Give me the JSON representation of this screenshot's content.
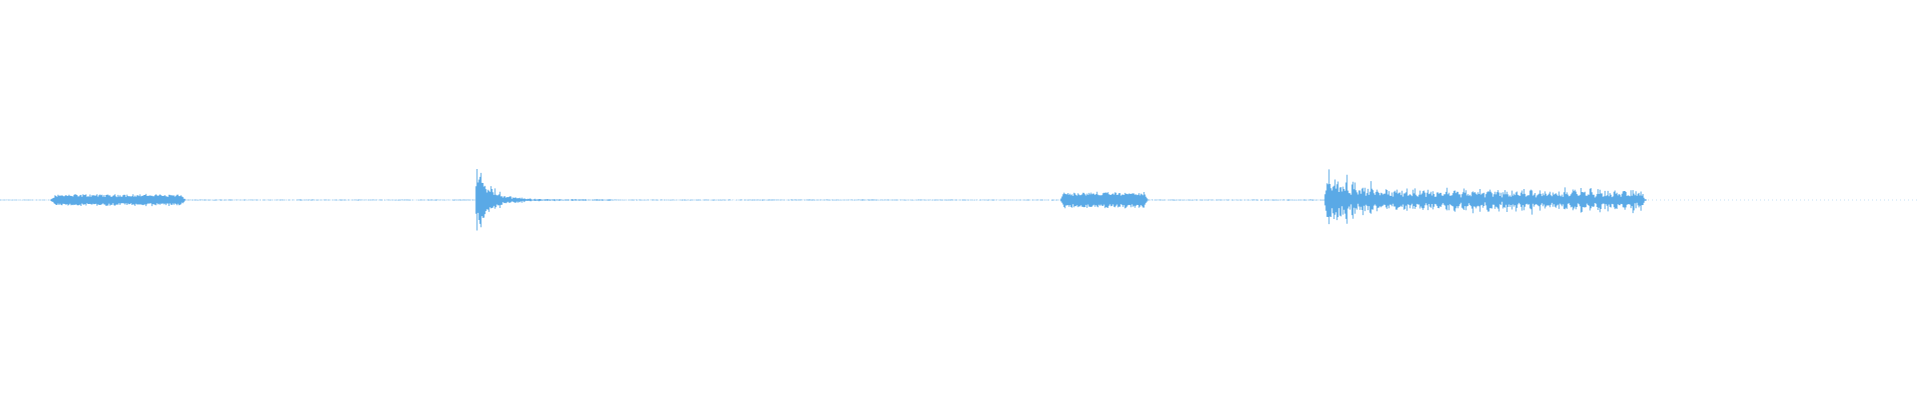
{
  "waveform": {
    "color": "#5aa9e6",
    "background": "#ffffff",
    "segments": [
      {
        "type": "noise-floor",
        "start": 0.0,
        "end": 0.026,
        "amplitude": 0.004
      },
      {
        "type": "sustained",
        "start": 0.026,
        "end": 0.097,
        "amplitude": 0.055
      },
      {
        "type": "noise-floor",
        "start": 0.097,
        "end": 0.248,
        "amplitude": 0.006
      },
      {
        "type": "impact",
        "start": 0.248,
        "end": 0.318,
        "amplitude": 0.42
      },
      {
        "type": "noise-floor",
        "start": 0.318,
        "end": 0.552,
        "amplitude": 0.006
      },
      {
        "type": "sustained",
        "start": 0.552,
        "end": 0.598,
        "amplitude": 0.075
      },
      {
        "type": "noise-floor",
        "start": 0.598,
        "end": 0.69,
        "amplitude": 0.006
      },
      {
        "type": "rattle",
        "start": 0.69,
        "end": 0.858,
        "amplitude": 0.42
      },
      {
        "type": "silence",
        "start": 0.858,
        "end": 1.0,
        "amplitude": 0.0
      }
    ]
  }
}
